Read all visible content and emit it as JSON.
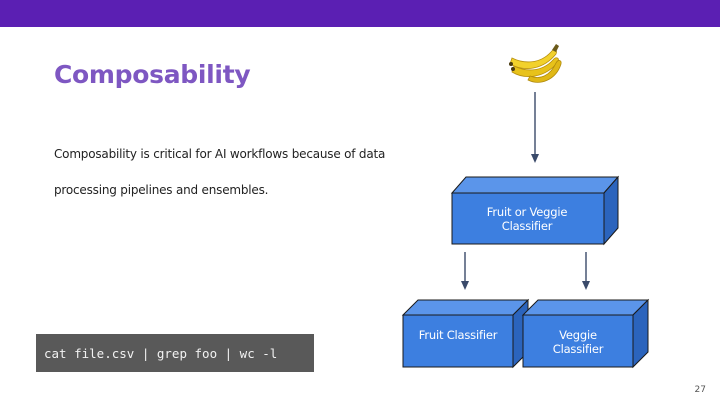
{
  "slide": {
    "title": "Composability",
    "body_line1": "Composability is critical for AI workflows because of data",
    "body_line2": "processing pipelines and ensembles.",
    "code": "cat file.csv | grep foo | wc -l",
    "page_number": "27"
  },
  "diagram": {
    "top_box_label": "Fruit or Veggie Classifier",
    "left_box_label": "Fruit Classifier",
    "right_box_label": "Veggie Classifier",
    "input_image": "banana-icon",
    "box_color": "#3d7fe0",
    "box_edge_color": "#1a1a1a"
  },
  "colors": {
    "header_bar": "#5b1fb3",
    "title": "#7e57c2",
    "code_background": "#595959"
  }
}
